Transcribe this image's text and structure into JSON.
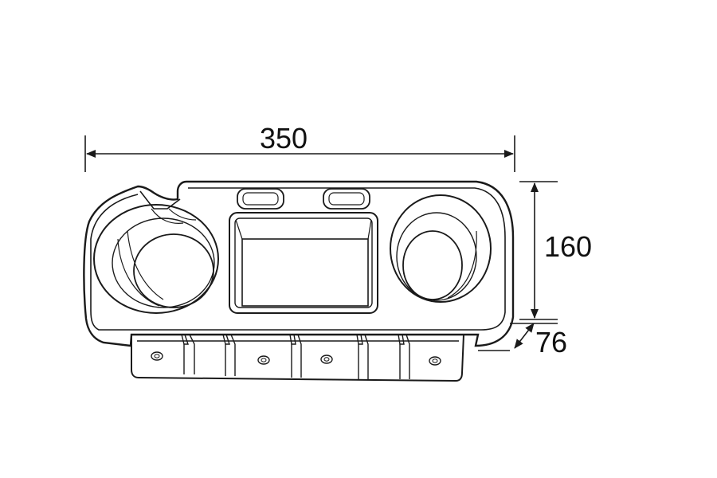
{
  "dimensions": {
    "width": "350",
    "height": "160",
    "depth": "76"
  },
  "colors": {
    "line": "#1a1a1a",
    "background": "#ffffff"
  }
}
